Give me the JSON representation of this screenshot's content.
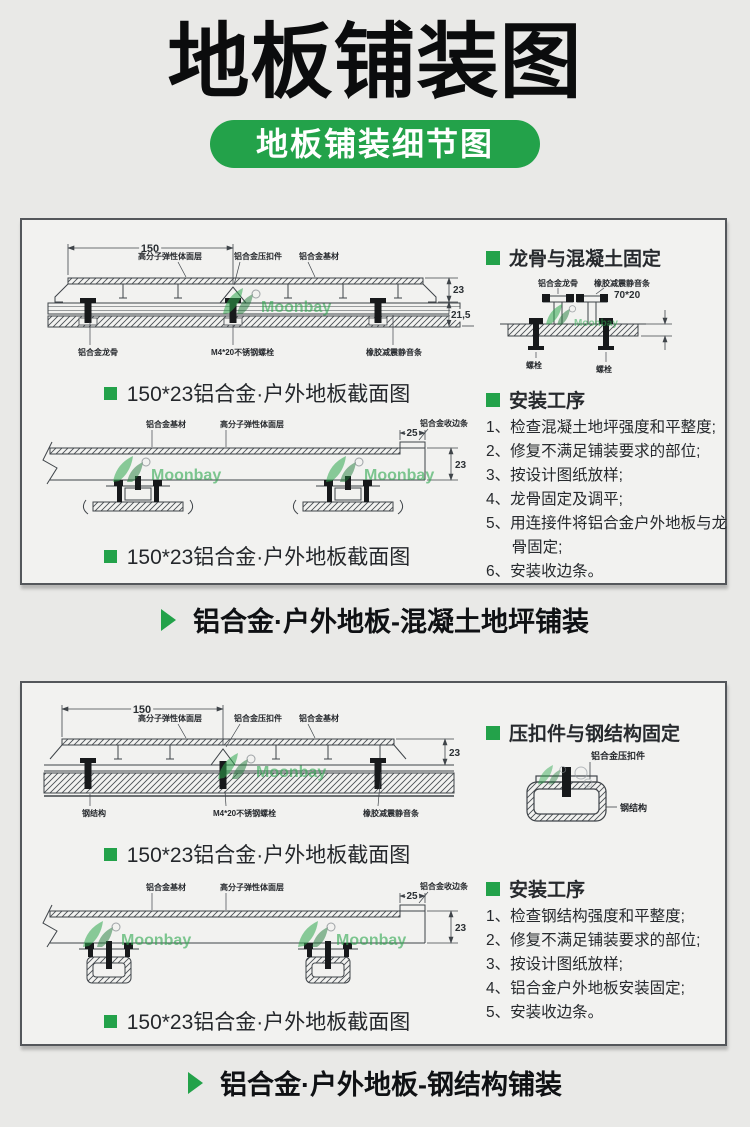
{
  "page": {
    "title": "地板铺装图",
    "badge": "地板铺装细节图",
    "section1_caption": "铝合金·户外地板-混凝土地坪铺装",
    "section2_caption": "铝合金·户外地板-钢结构铺装",
    "watermark": "Moonbay"
  },
  "colors": {
    "green": "#23a24a",
    "line": "#3f4449",
    "panel_bg": "#f2f2f0"
  },
  "panel1": {
    "diagramA": {
      "caption": "150*23铝合金·户外地板截面图",
      "dims": {
        "width": "150",
        "board_h": "23",
        "keel_h": "21,5"
      },
      "labels": {
        "surface": "高分子弹性体面层",
        "clip": "铝合金压扣件",
        "base": "铝合金基材",
        "keel": "铝合金龙骨",
        "bolt": "M4*20不锈钢螺栓",
        "rubber": "橡胶减震静音条"
      }
    },
    "diagramB": {
      "caption": "150*23铝合金·户外地板截面图",
      "dims": {
        "edge_w": "25",
        "board_h": "23"
      },
      "labels": {
        "base": "铝合金基材",
        "surface": "高分子弹性体面层",
        "edge": "铝合金收边条"
      }
    },
    "fixing": {
      "heading": "龙骨与混凝土固定",
      "labels": {
        "keel": "铝合金龙骨",
        "rubber": "橡胶减震静音条",
        "size": "70*20",
        "bolt_left": "螺栓",
        "bolt_right": "螺栓"
      }
    },
    "install": {
      "heading": "安装工序",
      "steps": [
        "1、检查混凝土地坪强度和平整度;",
        "2、修复不满足铺装要求的部位;",
        "3、按设计图纸放样;",
        "4、龙骨固定及调平;",
        "5、用连接件将铝合金户外地板与龙骨固定;",
        "6、安装收边条。"
      ]
    }
  },
  "panel2": {
    "diagramA": {
      "caption": "150*23铝合金·户外地板截面图",
      "dims": {
        "width": "150",
        "board_h": "23"
      },
      "labels": {
        "surface": "高分子弹性体面层",
        "clip": "铝合金压扣件",
        "base": "铝合金基材",
        "steel": "钢结构",
        "bolt": "M4*20不锈钢螺栓",
        "rubber": "橡胶减震静音条"
      }
    },
    "diagramB": {
      "caption": "150*23铝合金·户外地板截面图",
      "dims": {
        "edge_w": "25",
        "board_h": "23"
      },
      "labels": {
        "base": "铝合金基材",
        "surface": "高分子弹性体面层",
        "edge": "铝合金收边条"
      }
    },
    "fixing": {
      "heading": "压扣件与钢结构固定",
      "labels": {
        "clip": "铝合金压扣件",
        "steel": "钢结构"
      }
    },
    "install": {
      "heading": "安装工序",
      "steps": [
        "1、检查钢结构强度和平整度;",
        "2、修复不满足铺装要求的部位;",
        "3、按设计图纸放样;",
        "4、铝合金户外地板安装固定;",
        "5、安装收边条。"
      ]
    }
  }
}
